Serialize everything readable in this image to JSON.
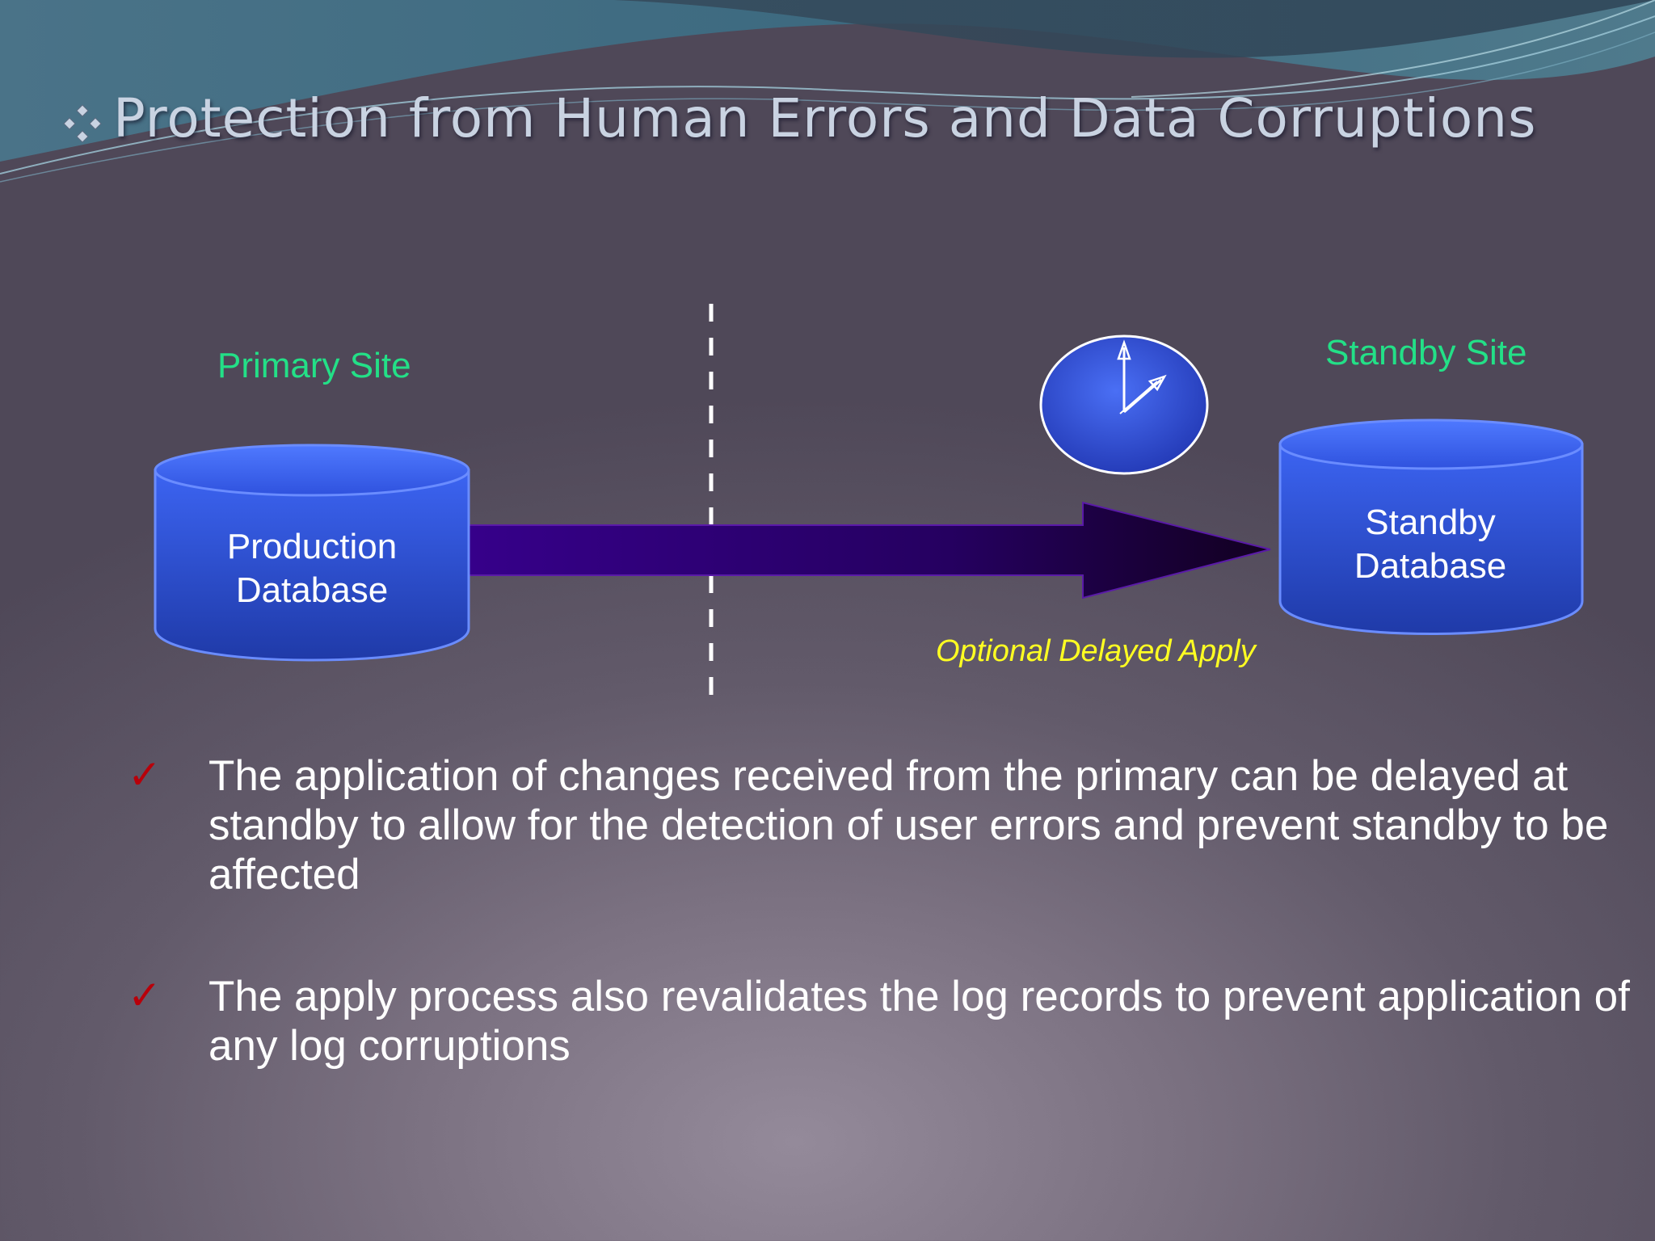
{
  "slide": {
    "title": "Protection from Human Errors and Data Corruptions",
    "title_bullet_icon": "four-diamond-bullet-icon"
  },
  "diagram": {
    "primary_site_label": "Primary Site",
    "standby_site_label": "Standby Site",
    "production_db": {
      "line1": "Production",
      "line2": "Database"
    },
    "standby_db": {
      "line1": "Standby",
      "line2": "Database"
    },
    "delay_label": "Optional Delayed Apply",
    "clock_icon": "clock-icon",
    "colors": {
      "site_label": "#23e087",
      "delay_label": "#ffff22",
      "db_fill": "#3a5ef0",
      "arrow": "#2e0070"
    }
  },
  "bullets": [
    {
      "icon": "checkmark-icon",
      "text": "The application of changes received from the primary can be delayed at standby to allow for the detection of user errors and prevent standby to be affected"
    },
    {
      "icon": "checkmark-icon",
      "text": "The apply process also revalidates the log records to prevent application of any log corruptions"
    }
  ]
}
